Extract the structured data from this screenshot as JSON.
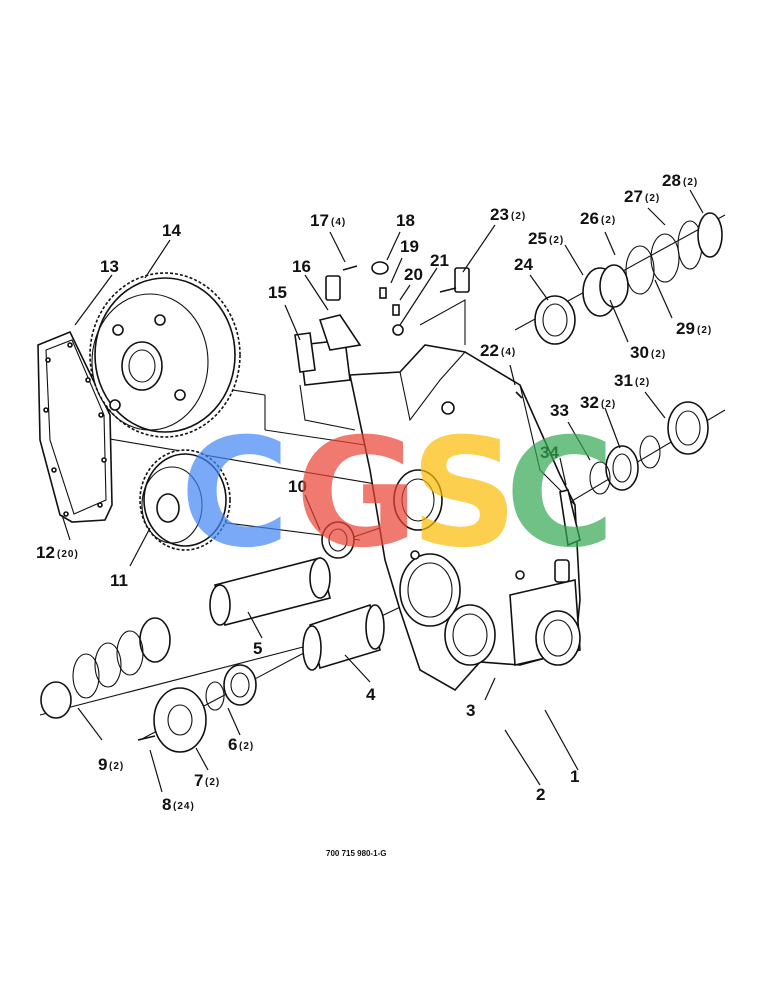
{
  "drawing_code": "700 715 980-1-G",
  "watermark": {
    "letters": [
      "C",
      "G",
      "S",
      "C"
    ],
    "colors": [
      "#4285F4",
      "#EA4335",
      "#FBBC05",
      "#34A853"
    ]
  },
  "callouts": [
    {
      "id": "1",
      "qty": ""
    },
    {
      "id": "2",
      "qty": ""
    },
    {
      "id": "3",
      "qty": ""
    },
    {
      "id": "4",
      "qty": ""
    },
    {
      "id": "5",
      "qty": ""
    },
    {
      "id": "6",
      "qty": "(2)"
    },
    {
      "id": "7",
      "qty": "(2)"
    },
    {
      "id": "8",
      "qty": "(24)"
    },
    {
      "id": "9",
      "qty": "(2)"
    },
    {
      "id": "10",
      "qty": ""
    },
    {
      "id": "11",
      "qty": ""
    },
    {
      "id": "12",
      "qty": "(20)"
    },
    {
      "id": "13",
      "qty": ""
    },
    {
      "id": "14",
      "qty": ""
    },
    {
      "id": "15",
      "qty": ""
    },
    {
      "id": "16",
      "qty": ""
    },
    {
      "id": "17",
      "qty": "(4)"
    },
    {
      "id": "18",
      "qty": ""
    },
    {
      "id": "19",
      "qty": ""
    },
    {
      "id": "20",
      "qty": ""
    },
    {
      "id": "21",
      "qty": ""
    },
    {
      "id": "22",
      "qty": "(4)"
    },
    {
      "id": "23",
      "qty": "(2)"
    },
    {
      "id": "24",
      "qty": ""
    },
    {
      "id": "25",
      "qty": "(2)"
    },
    {
      "id": "26",
      "qty": "(2)"
    },
    {
      "id": "27",
      "qty": "(2)"
    },
    {
      "id": "28",
      "qty": "(2)"
    },
    {
      "id": "29",
      "qty": "(2)"
    },
    {
      "id": "30",
      "qty": "(2)"
    },
    {
      "id": "31",
      "qty": "(2)"
    },
    {
      "id": "32",
      "qty": "(2)"
    },
    {
      "id": "33",
      "qty": ""
    },
    {
      "id": "34",
      "qty": ""
    }
  ]
}
